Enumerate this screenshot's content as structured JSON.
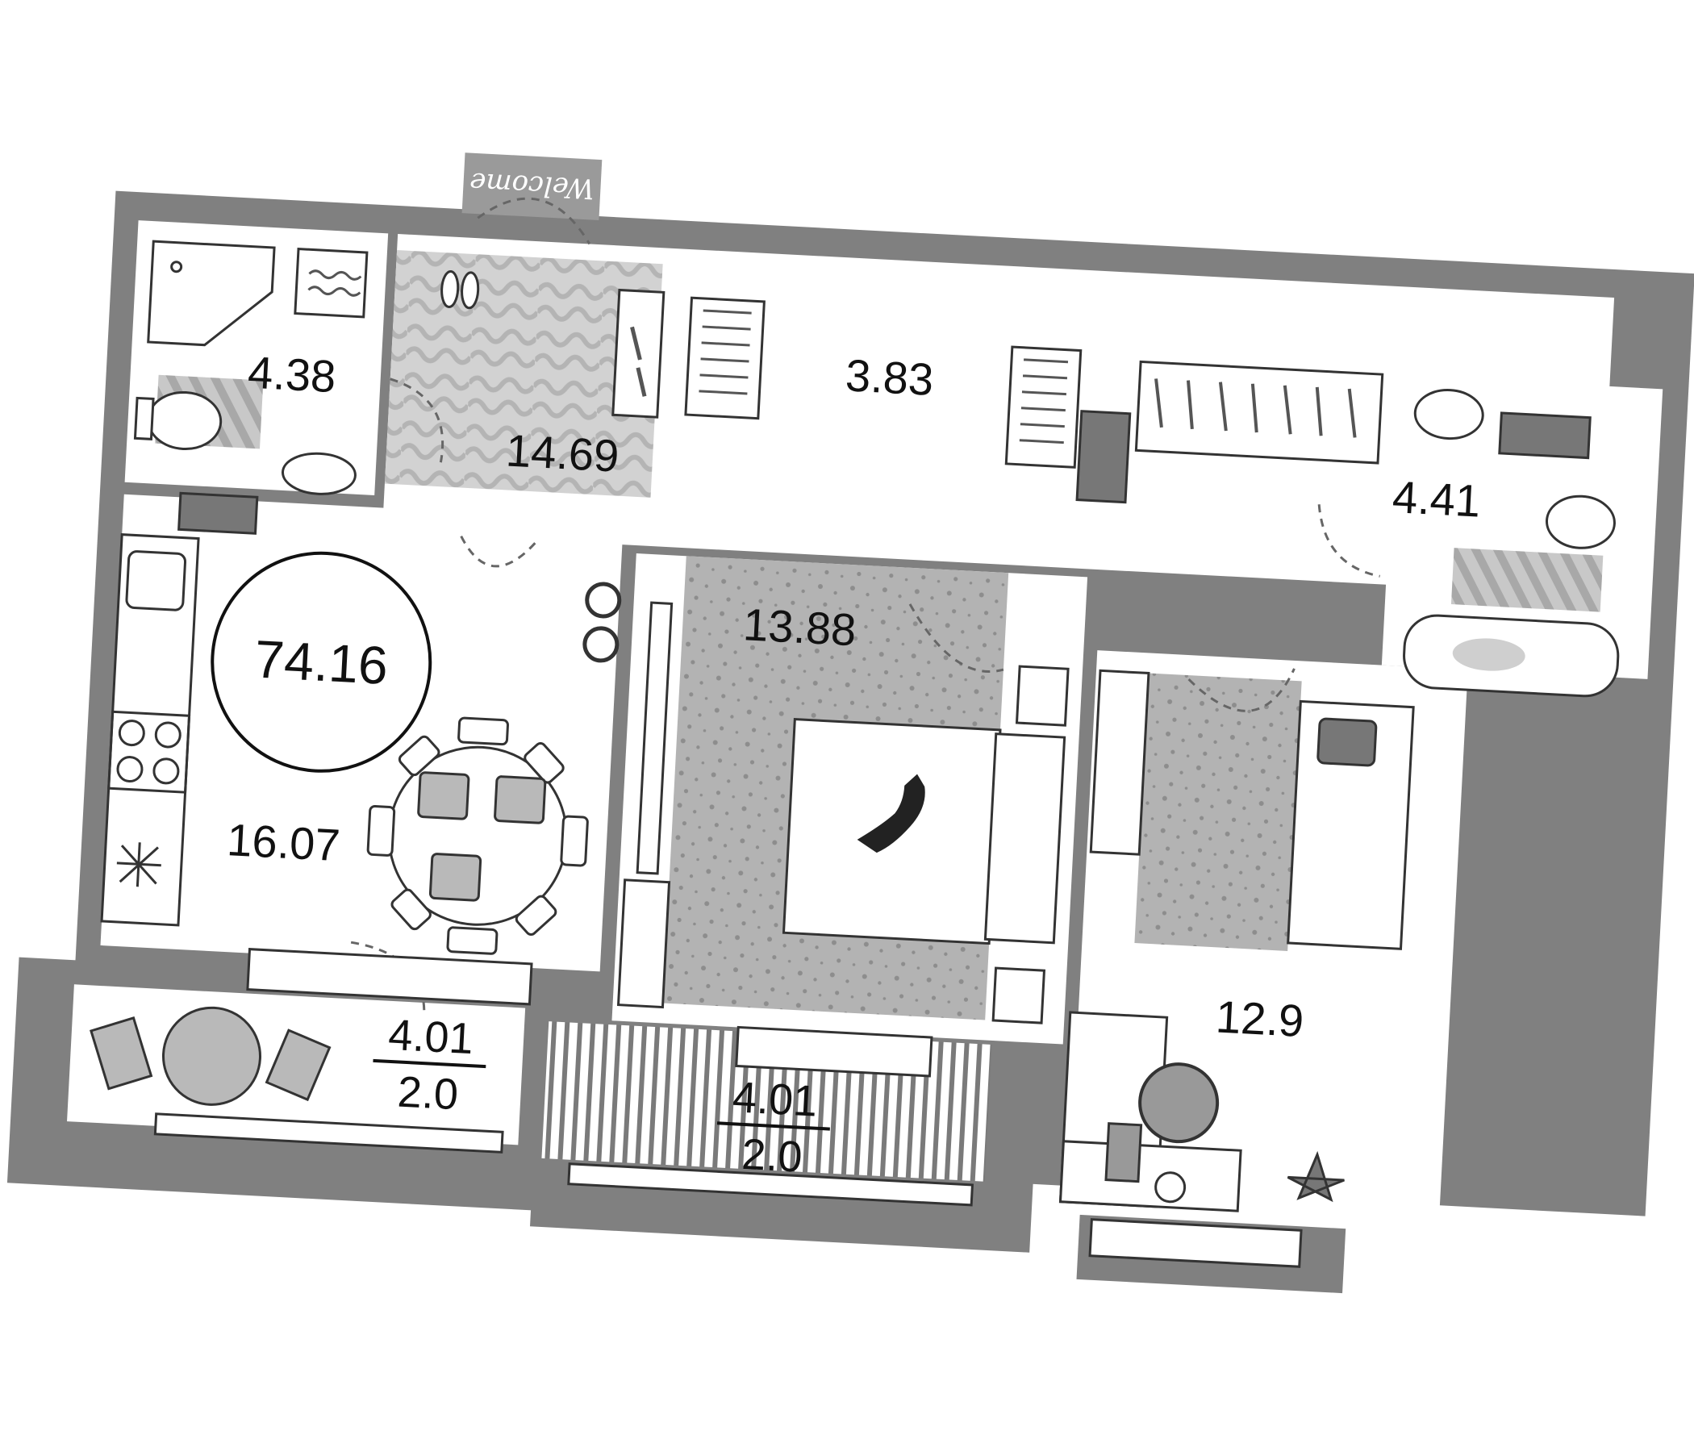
{
  "plan": {
    "total_area": "74.16",
    "welcome_mat": "Welcome",
    "rooms": {
      "bath_left": "4.38",
      "hall": "14.69",
      "storage": "3.83",
      "bath_right": "4.41",
      "kitchen": "16.07",
      "bedroom_main": "13.88",
      "bedroom_second": "12.9"
    },
    "balconies": {
      "left": {
        "area": "4.01",
        "coef": "2.0"
      },
      "right": {
        "area": "4.01",
        "coef": "2.0"
      }
    }
  },
  "colors": {
    "wall": "#808080",
    "floor": "#ffffff",
    "rug": "#b3b3b3",
    "hall_tile": "#d2d2d2",
    "line": "#222222"
  }
}
